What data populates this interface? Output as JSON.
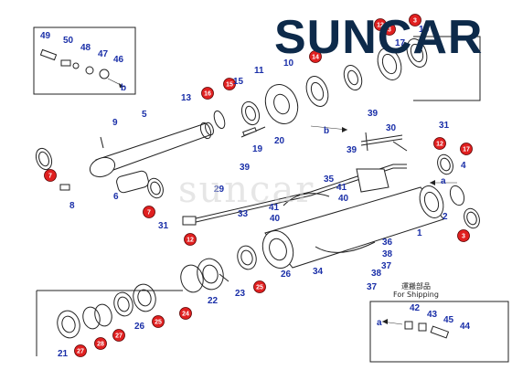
{
  "brand": {
    "logo_text": "SUNCAR",
    "logo_color": "#0d2a4a",
    "accent_color": "#e02020"
  },
  "watermark": "suncar",
  "shipping_note": {
    "jp": "運搬部品",
    "en": "For Shipping"
  },
  "inset_labels": {
    "top_left": [
      "49",
      "50",
      "48",
      "47",
      "46"
    ],
    "top_left_arrow": "b",
    "bottom_right": [
      "42",
      "43",
      "45",
      "44"
    ],
    "bottom_right_arrow": "a"
  },
  "part_labels": [
    "5",
    "9",
    "13",
    "12",
    "15",
    "11",
    "10",
    "16",
    "3",
    "19",
    "20",
    "14",
    "17",
    "2",
    "3",
    "4",
    "1",
    "6",
    "8",
    "7",
    "7",
    "39",
    "29",
    "33",
    "41",
    "40",
    "31",
    "12",
    "35",
    "41",
    "40",
    "39",
    "30",
    "31",
    "12",
    "39",
    "b",
    "a",
    "36",
    "38",
    "37",
    "34",
    "38",
    "37",
    "26",
    "25",
    "23",
    "22",
    "24",
    "25",
    "26",
    "27",
    "28",
    "27",
    "21"
  ],
  "highlighted_labels": [
    "3",
    "12",
    "15",
    "16",
    "3",
    "14",
    "17",
    "7",
    "7",
    "12",
    "12",
    "3",
    "25",
    "24",
    "25",
    "27",
    "28",
    "27"
  ]
}
